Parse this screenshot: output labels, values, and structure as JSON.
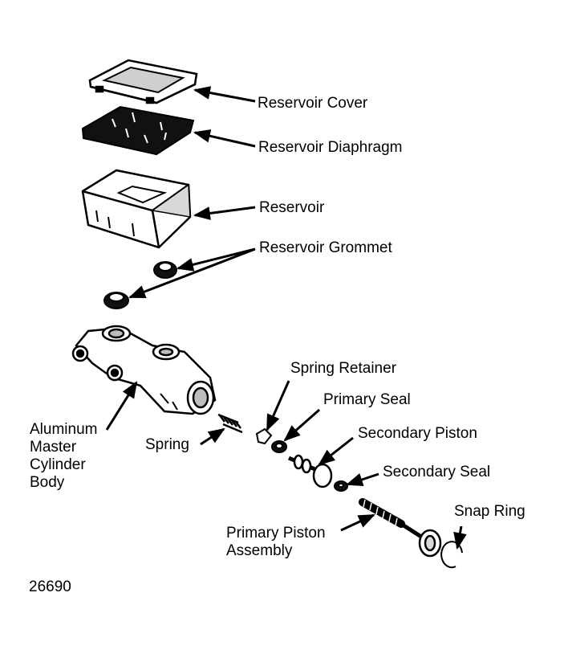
{
  "labels": {
    "reservoir_cover": "Reservoir Cover",
    "reservoir_diaphragm": "Reservoir Diaphragm",
    "reservoir": "Reservoir",
    "reservoir_grommet": "Reservoir Grommet",
    "spring_retainer": "Spring Retainer",
    "primary_seal": "Primary Seal",
    "secondary_piston": "Secondary Piston",
    "secondary_seal": "Secondary Seal",
    "snap_ring": "Snap Ring",
    "spring": "Spring",
    "body": [
      "Aluminum",
      "Master",
      "Cylinder",
      "Body"
    ],
    "primary_piston": [
      "Primary Piston",
      "Assembly"
    ]
  },
  "figure_number": "26690",
  "colors": {
    "ink": "#000000",
    "paper": "#ffffff",
    "shade": "#bdbdbd"
  }
}
